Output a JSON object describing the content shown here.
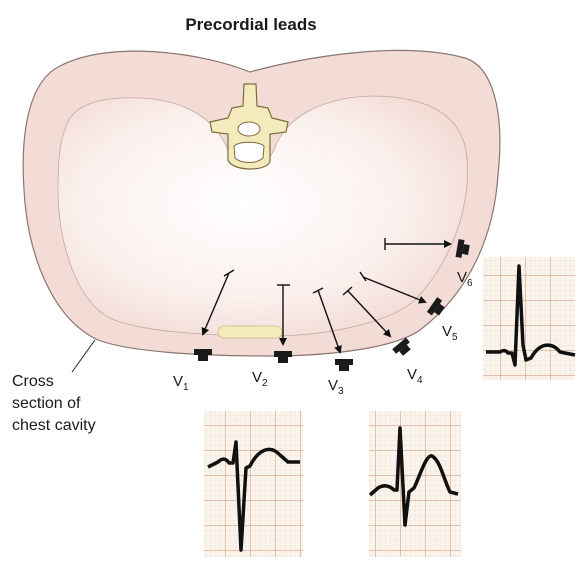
{
  "title": "Precordial leads",
  "caption": [
    "Cross",
    "section of",
    "chest cavity"
  ],
  "leads": [
    {
      "letter": "V",
      "sub": "1"
    },
    {
      "letter": "V",
      "sub": "2"
    },
    {
      "letter": "V",
      "sub": "3"
    },
    {
      "letter": "V",
      "sub": "4"
    },
    {
      "letter": "V",
      "sub": "5"
    },
    {
      "letter": "V",
      "sub": "6"
    }
  ],
  "colors": {
    "chest": "#f3dcd6",
    "chest_outline": "#8a7570",
    "bone": "#f4ebbd",
    "ecg_paper": "#fbf4ec",
    "ecg_grid": "#d9a98a",
    "trace": "#111111",
    "electrode": "#1a1a1a"
  },
  "icons": {
    "vertebra": "vertebra-icon",
    "electrode": "electrode-icon"
  }
}
